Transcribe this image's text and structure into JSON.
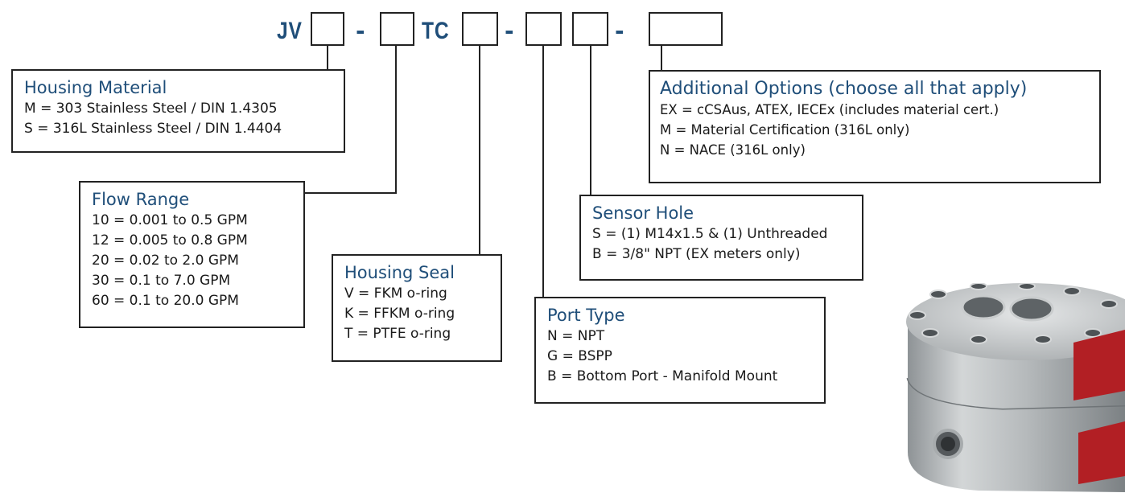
{
  "part_number": {
    "prefix": "JV",
    "dash_1": "-",
    "middle": "TC",
    "dash_2": "-",
    "dash_3": "-"
  },
  "housing_material": {
    "title": "Housing Material",
    "items": [
      "M = 303 Stainless Steel / DIN 1.4305",
      "S = 316L Stainless Steel / DIN 1.4404"
    ]
  },
  "flow_range": {
    "title": "Flow Range",
    "items": [
      "10 = 0.001 to 0.5 GPM",
      "12 = 0.005 to 0.8 GPM",
      "20 = 0.02 to 2.0 GPM",
      "30 = 0.1 to 7.0 GPM",
      "60 = 0.1 to 20.0 GPM"
    ]
  },
  "housing_seal": {
    "title": "Housing Seal",
    "items": [
      "V = FKM o-ring",
      "K = FFKM o-ring",
      "T = PTFE o-ring"
    ]
  },
  "port_type": {
    "title": "Port Type",
    "items": [
      "N = NPT",
      "G = BSPP",
      "B = Bottom Port - Manifold Mount"
    ]
  },
  "sensor_hole": {
    "title": "Sensor Hole",
    "items": [
      "S = (1) M14x1.5 & (1) Unthreaded",
      "B = 3/8\" NPT (EX meters only)"
    ]
  },
  "additional_options": {
    "title": "Additional Options (choose all that apply)",
    "items": [
      "EX = cCSAus, ATEX, IECEx (includes material cert.)",
      "M  =  Material Certification (316L only)",
      "N  =  NACE (316L only)"
    ]
  },
  "colors": {
    "title_blue": "#1f4e79",
    "plate_red": "#b21f24",
    "steel": "#b8bcbe"
  },
  "product_image": {
    "icon": "flow-meter-photo"
  }
}
